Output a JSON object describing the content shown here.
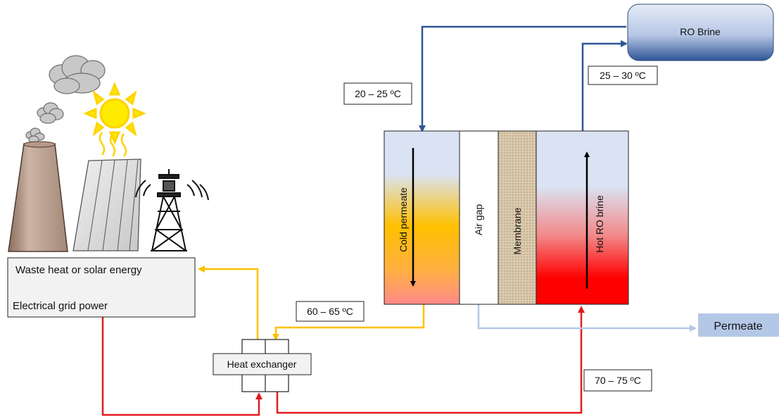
{
  "labels": {
    "ro_brine": "RO Brine",
    "temp_cold_in": "20 – 25 ºC",
    "temp_brine_out": "25 – 30 ºC",
    "temp_cold_out": "60 – 65 ºC",
    "temp_hot_in": "70 – 75 ºC",
    "energy_line1": "Waste heat or solar energy",
    "energy_line2": "Electrical grid power",
    "heat_exchanger": "Heat exchanger",
    "permeate": "Permeate",
    "cold_permeate": "Cold permeate",
    "air_gap": "Air gap",
    "membrane": "Membrane",
    "hot_ro_brine": "Hot RO brine"
  },
  "colors": {
    "cold_line": "#2f5597",
    "warm_line": "#ffc000",
    "hot_line": "#e31a1c",
    "permeate_line": "#b4c7e7",
    "permeate_box": "#b4c7e7",
    "brine_tank_top": "#d6dff0",
    "brine_tank_bottom": "#2f5597"
  },
  "icons": [
    "smoke-cloud-icon",
    "sun-icon",
    "chimney-stack-icon",
    "solar-panel-icon",
    "power-tower-icon"
  ]
}
